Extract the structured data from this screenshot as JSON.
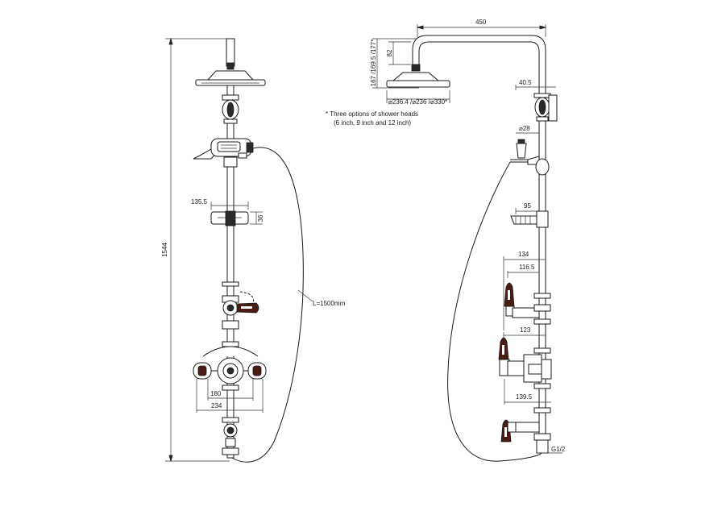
{
  "front_view": {
    "overall_height": "1544",
    "hose_length": "L=1500mm",
    "soap_dish_width": "135.5",
    "soap_dish_height": "36",
    "valve_centres_inner": "180",
    "valve_centres_outer": "234"
  },
  "side_view": {
    "arm_projection": "450",
    "head_height_options": "167 /169.5 /177*",
    "arm_drop": "82",
    "head_diameter_options": "⌀236.4 /⌀236 /⌀330*",
    "bracket_offset": "40.5",
    "riser_diameter": "⌀28",
    "soap_dish_depth": "95",
    "upper_handle_projection": "134",
    "upper_valve_projection": "116.5",
    "valve_body_projection": "123",
    "lower_valve_projection": "139.5",
    "inlet_thread": "G1/2"
  },
  "note": {
    "line1": "* Three options of shower heads",
    "line2": "(6 inch, 9 inch and 12 inch)"
  },
  "colors": {
    "line": "#1a1a1a",
    "handle": "#4a1c14",
    "background": "#ffffff"
  }
}
